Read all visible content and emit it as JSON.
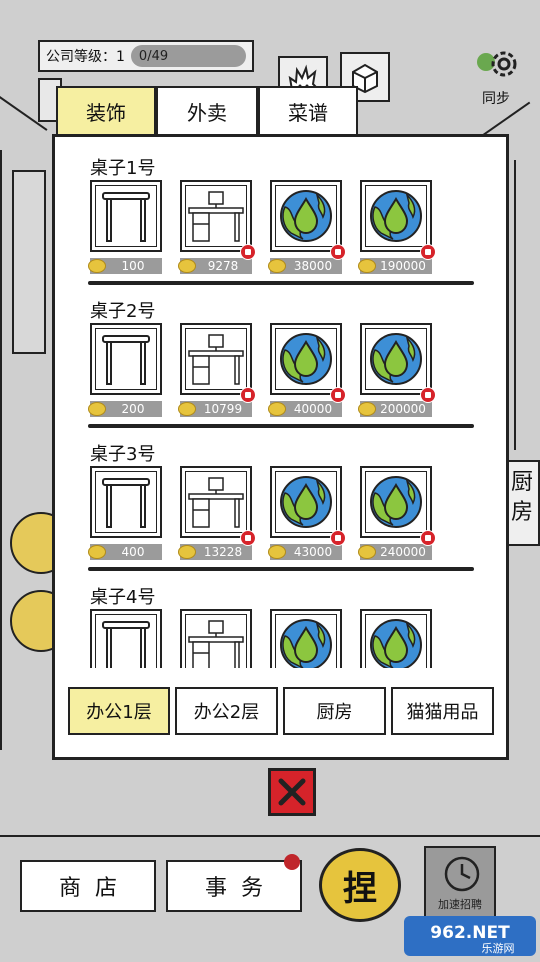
{
  "hud": {
    "level_label": "公司等级：1",
    "level_progress": "0/49",
    "sync_label": "同步",
    "kitchen_sign": "厨房"
  },
  "category_tabs": [
    {
      "label": "装饰",
      "active": true
    },
    {
      "label": "外卖",
      "active": false
    },
    {
      "label": "菜谱",
      "active": false
    }
  ],
  "rows": [
    {
      "title": "桌子1号",
      "items": [
        {
          "icon": "plain-table-icon",
          "price": "100",
          "locked": false
        },
        {
          "icon": "computer-desk-icon",
          "price": "9278",
          "locked": true
        },
        {
          "icon": "globe-droplet-icon",
          "price": "38000",
          "locked": true
        },
        {
          "icon": "globe-droplet-icon",
          "price": "190000",
          "locked": true
        }
      ]
    },
    {
      "title": "桌子2号",
      "items": [
        {
          "icon": "plain-table-icon",
          "price": "200",
          "locked": false
        },
        {
          "icon": "computer-desk-icon",
          "price": "10799",
          "locked": true
        },
        {
          "icon": "globe-droplet-icon",
          "price": "40000",
          "locked": true
        },
        {
          "icon": "globe-droplet-icon",
          "price": "200000",
          "locked": true
        }
      ]
    },
    {
      "title": "桌子3号",
      "items": [
        {
          "icon": "plain-table-icon",
          "price": "400",
          "locked": false
        },
        {
          "icon": "computer-desk-icon",
          "price": "13228",
          "locked": true
        },
        {
          "icon": "globe-droplet-icon",
          "price": "43000",
          "locked": true
        },
        {
          "icon": "globe-droplet-icon",
          "price": "240000",
          "locked": true
        }
      ]
    },
    {
      "title": "桌子4号",
      "items": [
        {
          "icon": "plain-table-icon",
          "price": "",
          "locked": false
        },
        {
          "icon": "computer-desk-icon",
          "price": "",
          "locked": false
        },
        {
          "icon": "globe-droplet-icon",
          "price": "",
          "locked": false
        },
        {
          "icon": "globe-droplet-icon",
          "price": "",
          "locked": false
        }
      ]
    }
  ],
  "floor_tabs": [
    {
      "label": "办公1层",
      "active": true
    },
    {
      "label": "办公2层",
      "active": false
    },
    {
      "label": "厨房",
      "active": false
    },
    {
      "label": "猫猫用品",
      "active": false
    }
  ],
  "bottom": {
    "shop_label": "商店",
    "affairs_label": "事务",
    "catch_label": "捏",
    "speed_label": "加速招聘"
  },
  "watermark": {
    "text_main": "962.NET",
    "text_sub": "乐游网"
  },
  "colors": {
    "accent_yellow": "#f6efa1",
    "coin": "#e6c43d",
    "lock_red": "#d6232a",
    "price_bar": "#9b9b9b"
  }
}
